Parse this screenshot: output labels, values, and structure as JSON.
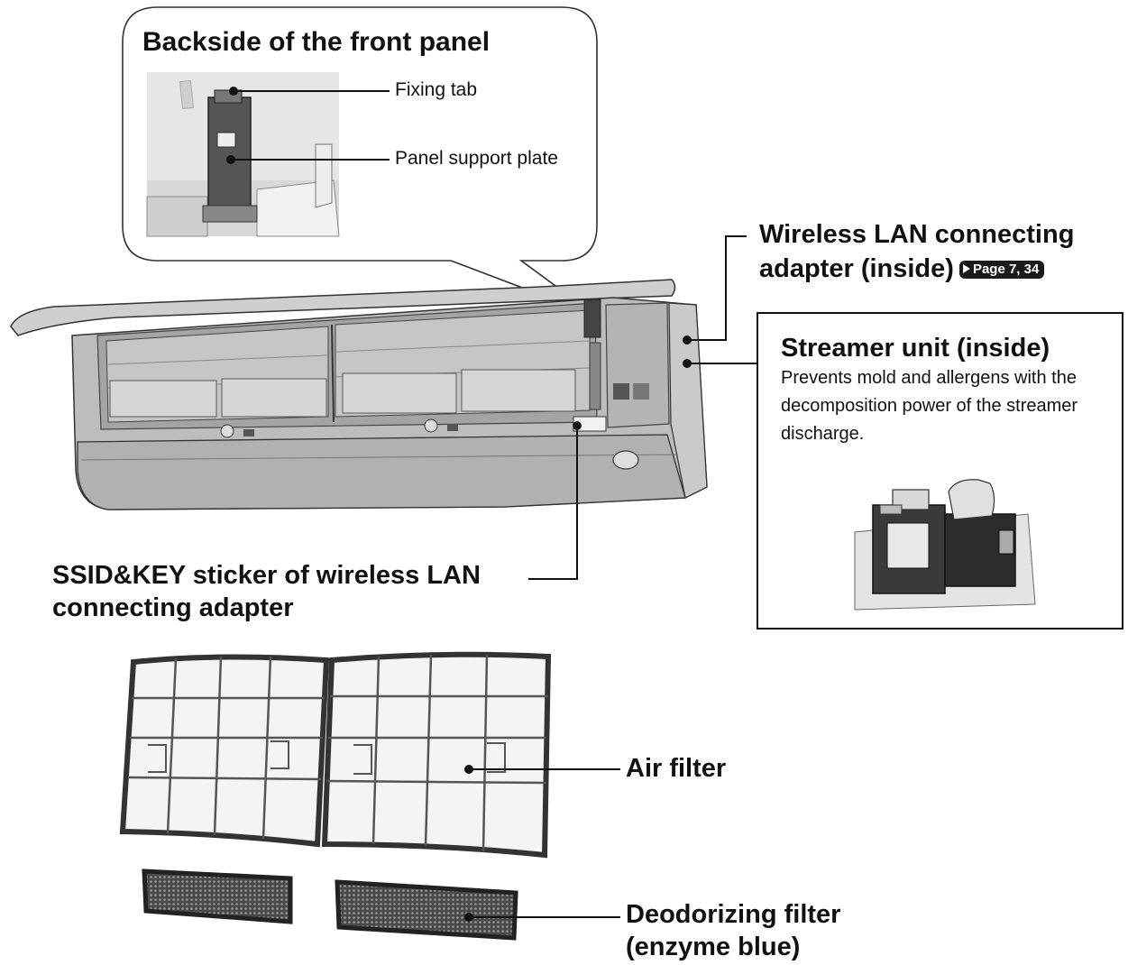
{
  "callout": {
    "title": "Backside of the front panel",
    "fixing_tab": "Fixing tab",
    "panel_support_plate": "Panel support plate"
  },
  "wireless_lan": {
    "line1": "Wireless LAN connecting",
    "line2": "adapter (inside)",
    "page_ref": "Page 7, 34"
  },
  "streamer": {
    "title": "Streamer unit (inside)",
    "description": "Prevents mold and allergens with the decomposition power of the streamer discharge."
  },
  "ssid": {
    "line1": "SSID&KEY sticker of wireless LAN",
    "line2": "connecting adapter"
  },
  "air_filter": "Air filter",
  "deodorizing": {
    "line1": "Deodorizing filter",
    "line2": "(enzyme blue)"
  }
}
